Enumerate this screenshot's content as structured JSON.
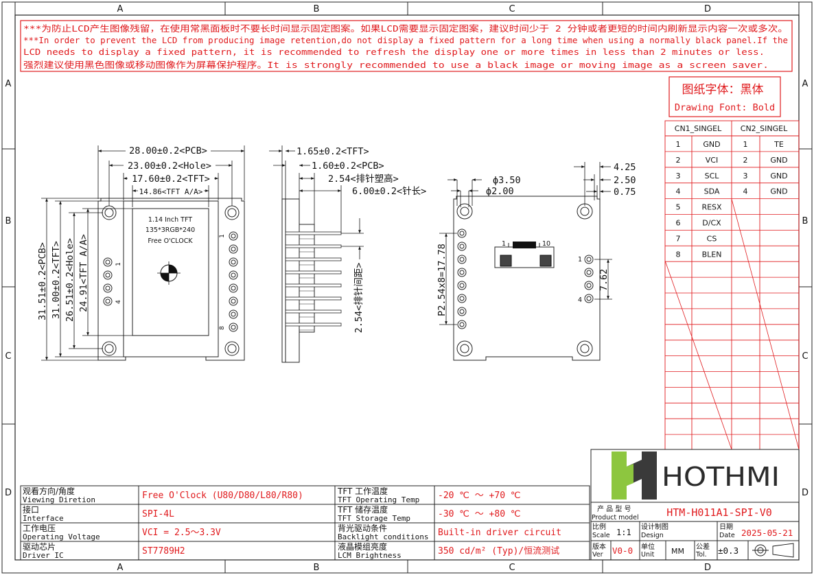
{
  "frame": {
    "columns": [
      "A",
      "B",
      "C",
      "D"
    ],
    "rows": [
      "A",
      "B",
      "C",
      "D"
    ]
  },
  "warning": {
    "line1": "***为防止LCD产生图像残留，在使用常黑面板时不要长时间显示固定图案。如果LCD需要显示固定图案，建议时间少于 2 分钟或者更短的时间内刷新显示内容一次或多次。",
    "line2": "***In order to prevent the LCD from producing image retention,do not display a fixed pattern for a long time when using a normally black panel.If the",
    "line3": " LCD needs to display a fixed pattern, it is recommended to refresh the display one or more times in less than 2 minutes or less.",
    "line4": "强烈建议使用黑色图像或移动图像作为屏幕保护程序。It is strongly recommended to use a black image or moving image as a screen saver."
  },
  "font_note": {
    "cn": "图纸字体：黑体",
    "en": "Drawing Font: Bold"
  },
  "pin_table": {
    "header1": "CN1_SINGEL",
    "header2": "CN2_SINGEL",
    "cn1": [
      {
        "no": "1",
        "sig": "GND"
      },
      {
        "no": "2",
        "sig": "VCI"
      },
      {
        "no": "3",
        "sig": "SCL"
      },
      {
        "no": "4",
        "sig": "SDA"
      },
      {
        "no": "5",
        "sig": "RESX"
      },
      {
        "no": "6",
        "sig": "D/CX"
      },
      {
        "no": "7",
        "sig": "CS"
      },
      {
        "no": "8",
        "sig": "BLEN"
      }
    ],
    "cn2": [
      {
        "no": "1",
        "sig": "TE"
      },
      {
        "no": "2",
        "sig": "GND"
      },
      {
        "no": "3",
        "sig": "GND"
      },
      {
        "no": "4",
        "sig": "GND"
      }
    ]
  },
  "front_view": {
    "dim_pcb_w": "28.00±0.2<PCB>",
    "dim_hole_w": "23.00±0.2<Hole>",
    "dim_tft_w": "17.60±0.2<TFT>",
    "dim_aa_w": "14.86<TFT A/A>",
    "dim_pcb_h": "31.51±0.2<PCB>",
    "dim_tft_h": "31.00±0.2<TFT>",
    "dim_hole_h": "26.51±0.2<Hole>",
    "dim_aa_h": "24.91<TFT A/A>",
    "screen_l1": "1.14 Inch TFT",
    "screen_l2": "135*3RGB*240",
    "screen_l3": "Free O'CLOCK",
    "pin1": "1",
    "pin4": "4",
    "pin1b": "1",
    "pin8": "8"
  },
  "side_view": {
    "dim_tft_t": "1.65±0.2<TFT>",
    "dim_pcb_t": "1.60±0.2<PCB>",
    "dim_header": "2.54<排针塑高>",
    "dim_pin_len": "6.00±0.2<针长>",
    "dim_pitch": "2.54<排针间距>"
  },
  "back_view": {
    "dim_hole_d": "ф3.50",
    "dim_hole_d2": "ф2.00",
    "dim_4_25": "4.25",
    "dim_2_50": "2.50",
    "dim_0_75": "0.75",
    "dim_pitch_total": "P2.54x8=17.78",
    "dim_7_62": "7.62",
    "fpc_1": "1",
    "fpc_10": "10",
    "pin1": "1",
    "pin4": "4"
  },
  "logo": {
    "text": "HOTHMI"
  },
  "title_block": {
    "model_label_cn": "产 品 型 号",
    "model_label_en": "Product model",
    "model": "HTM-H011A1-SPI-V0",
    "scale_cn": "比例",
    "scale_en": "Scale",
    "scale": "1:1",
    "design_cn": "设计制图",
    "design_en": "Design",
    "date_cn": "日期",
    "date_en": "Date",
    "date": "2025-05-21",
    "ver_cn": "版本",
    "ver_en": "Ver",
    "ver": "V0-0",
    "unit_cn": "单位",
    "unit_en": "Unit",
    "unit": "MM",
    "tol_cn": "公差",
    "tol_en": "Tol.",
    "tol": "±0.3"
  },
  "spec_table": [
    {
      "label_cn": "观看方向/角度",
      "label_en": "Viewing Diretion",
      "value": "Free O'Clock (U80/D80/L80/R80)",
      "label2_cn": "TFT 工作温度",
      "label2_en": "TFT Operating Temp",
      "value2": "-20 ℃ ～ +70 ℃"
    },
    {
      "label_cn": "接口",
      "label_en": "Interface",
      "value": "SPI-4L",
      "label2_cn": "TFT 储存温度",
      "label2_en": "TFT Storage Temp",
      "value2": "-30 ℃ ～ +80 ℃"
    },
    {
      "label_cn": "工作电压",
      "label_en": "Operating Voltage",
      "value": "VCI = 2.5～3.3V",
      "label2_cn": "背光驱动条件",
      "label2_en": "Backlight conditions",
      "value2": "Built-in driver circuit"
    },
    {
      "label_cn": "驱动芯片",
      "label_en": "Driver IC",
      "value": "ST7789H2",
      "label2_cn": "液晶模组亮度",
      "label2_en": "LCM Brightness",
      "value2": "350 cd/m² (Typ)/恒流测试"
    }
  ],
  "colors": {
    "red": "#e0191c",
    "logo_green": "#8dc63f",
    "logo_dark": "#3a3a3a"
  }
}
